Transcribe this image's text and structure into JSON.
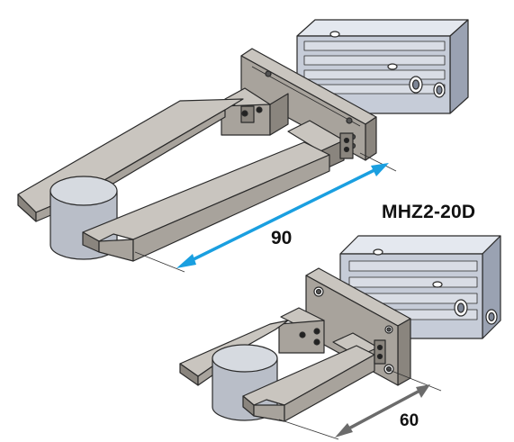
{
  "labels": {
    "model": "MHZ2-20D",
    "dimension_top": "90",
    "dimension_bottom": "60"
  },
  "colors": {
    "finger": "#a8a39c",
    "finger_dark": "#8a857e",
    "finger_light": "#c9c5bf",
    "body": "#c6ccd8",
    "body_dark": "#9aa2b2",
    "body_light": "#e4e8ef",
    "workpiece": "#b9bec8",
    "workpiece_top": "#d6dae0",
    "arrow_top": "#1a9fe0",
    "arrow_bottom": "#6b6b6b",
    "outline": "#2a2a2a"
  }
}
